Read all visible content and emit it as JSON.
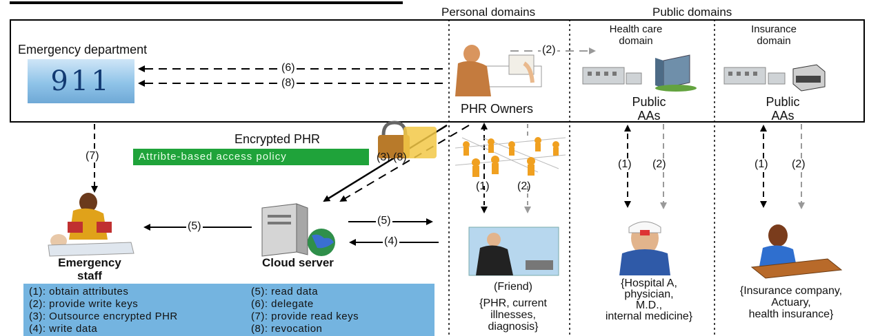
{
  "header": {
    "personal_domains": "Personal domains",
    "public_domains": "Public domains",
    "health_care_domain": "Health care\ndomain",
    "insurance_domain": "Insurance\ndomain"
  },
  "nodes": {
    "emergency_department": "Emergency department",
    "emergency_number": "911",
    "phr_owners": "PHR Owners",
    "public_aas_1": "Public\nAAs",
    "public_aas_2": "Public\nAAs",
    "encrypted_phr": "Encrypted PHR",
    "access_policy": "Attribte-based access policy",
    "emergency_staff": "Emergency\nstaff",
    "cloud_server": "Cloud server",
    "friend": "(Friend)",
    "friend_detail": "{PHR, current\nillnesses,\ndiagnosis}",
    "hospital_detail": "{Hospital A,\nphysician,\nM.D.,\ninternal medicine}",
    "insurance_detail": "{Insurance company,\nActuary,\nhealth insurance}"
  },
  "steps": {
    "s1": "(1)",
    "s2": "(2)",
    "s3_8": "(3) (8)",
    "s4": "(4)",
    "s5": "(5)",
    "s6": "(6)",
    "s7": "(7)",
    "s8": "(8)"
  },
  "legend": [
    "(1): obtain attributes",
    "(2): provide write keys",
    "(3): Outsource encrypted PHR",
    "(4): write data",
    "(5): read data",
    "(6): delegate",
    "(7): provide read keys",
    "(8): revocation"
  ],
  "colors": {
    "legend_bg": "#74b4e0",
    "policy_bg": "#1fa33a",
    "number_box": "#8fc3e8"
  }
}
